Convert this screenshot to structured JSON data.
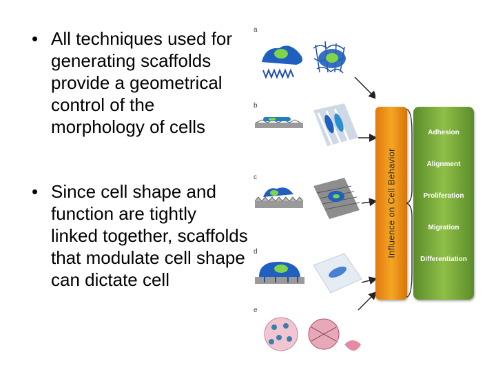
{
  "bullets": [
    {
      "text": "All techniques used for generating scaffolds provide a geometrical control of the morphology of cells"
    },
    {
      "text": "Since cell shape and function are tightly linked together, scaffolds that modulate cell shape can dictate cell"
    }
  ],
  "figure": {
    "panel_letters": [
      "a",
      "b",
      "c",
      "d",
      "e"
    ],
    "influence_label": "Influence on Cell Behavior",
    "behaviors": [
      "Adhesion",
      "Alignment",
      "Proliferation",
      "Migration",
      "Differentiation"
    ],
    "colors": {
      "orange": "#f5a623",
      "green": "#7aab3a",
      "cell_blue": "#1f5fbf",
      "nucleus_green": "#7fd44a"
    }
  }
}
